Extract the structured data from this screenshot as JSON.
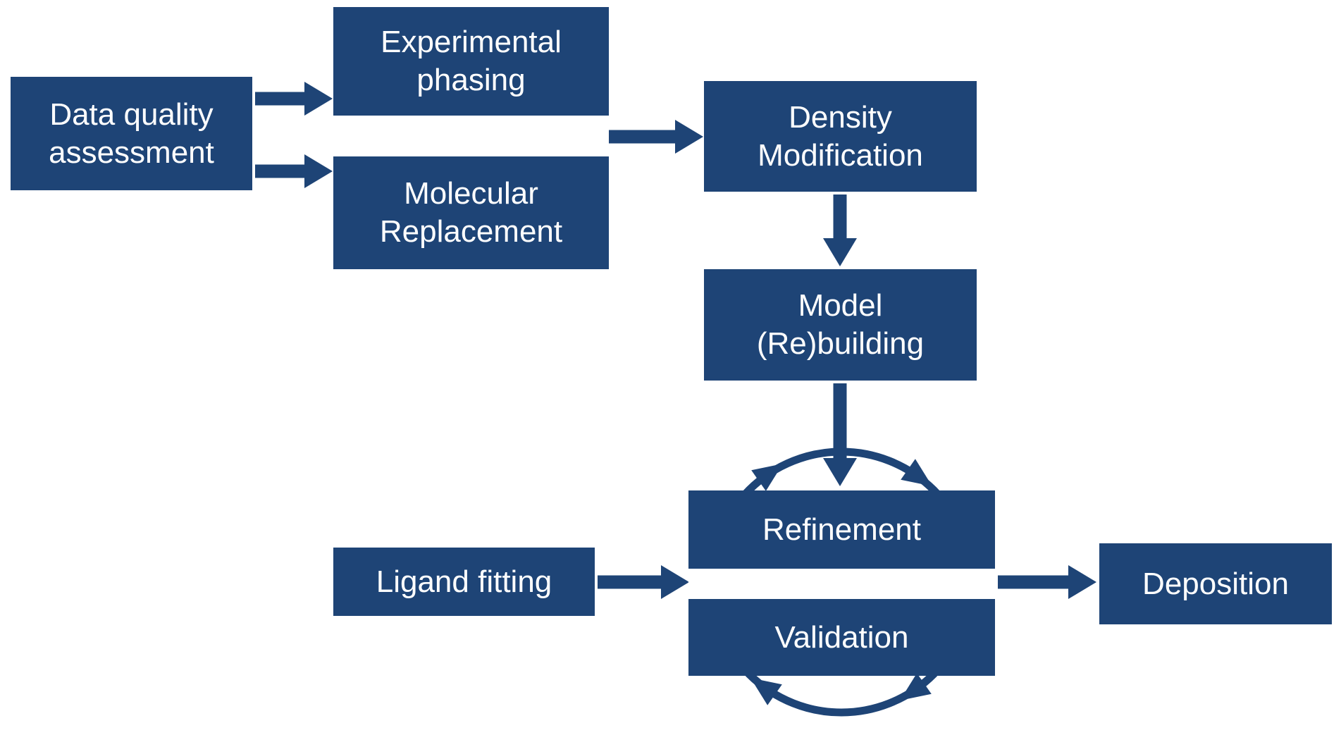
{
  "diagram": {
    "description": "Crystallography structure-solution workflow flowchart",
    "nodes": {
      "data_quality": {
        "label": "Data quality\nassessment"
      },
      "experimental_phasing": {
        "label": "Experimental\nphasing"
      },
      "molecular_replacement": {
        "label": "Molecular\nReplacement"
      },
      "density_modification": {
        "label": "Density\nModification"
      },
      "model_rebuilding": {
        "label": "Model\n(Re)building"
      },
      "refinement": {
        "label": "Refinement"
      },
      "validation": {
        "label": "Validation"
      },
      "ligand_fitting": {
        "label": "Ligand fitting"
      },
      "deposition": {
        "label": "Deposition"
      }
    },
    "edges": [
      {
        "from": "data_quality",
        "to": "experimental_phasing"
      },
      {
        "from": "data_quality",
        "to": "molecular_replacement"
      },
      {
        "from": "experimental_phasing_or_molecular_replacement",
        "to": "density_modification"
      },
      {
        "from": "density_modification",
        "to": "model_rebuilding"
      },
      {
        "from": "model_rebuilding",
        "to": "refinement_validation_cycle"
      },
      {
        "from": "ligand_fitting",
        "to": "refinement_validation_cycle"
      },
      {
        "from": "refinement_validation_cycle",
        "to": "deposition"
      },
      {
        "from": "refinement",
        "to": "validation",
        "type": "cycle-clockwise"
      }
    ],
    "colors": {
      "node_fill": "#1e4476",
      "node_text": "#ffffff",
      "background": "#ffffff"
    }
  }
}
